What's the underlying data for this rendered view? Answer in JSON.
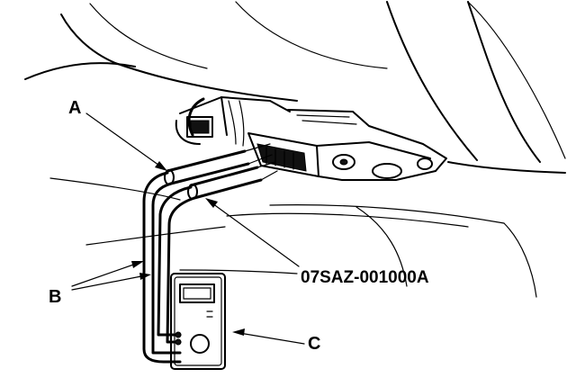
{
  "callouts": {
    "a": "A",
    "b": "B",
    "c": "C",
    "part_number": "07SAZ-001000A"
  }
}
